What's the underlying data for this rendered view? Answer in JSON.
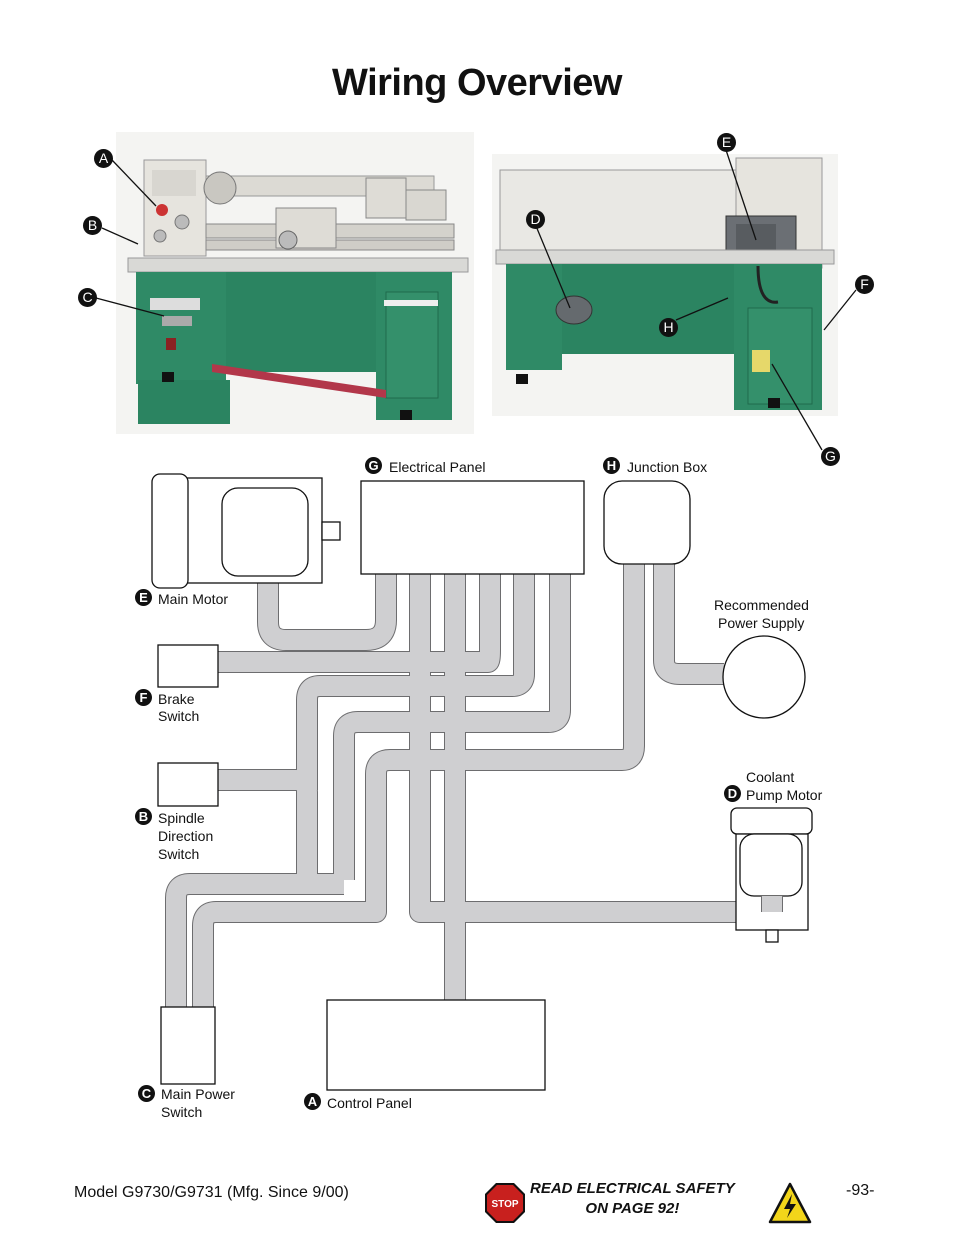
{
  "page": {
    "title": "Wiring Overview"
  },
  "photo_callouts": {
    "front": [
      "A",
      "B",
      "C"
    ],
    "rear": [
      "E",
      "D",
      "F",
      "H",
      "G"
    ]
  },
  "components": {
    "electrical_panel": {
      "letter": "G",
      "label": "Electrical Panel"
    },
    "junction_box": {
      "letter": "H",
      "label": "Junction Box"
    },
    "main_motor": {
      "letter": "E",
      "label": "Main Motor"
    },
    "power_supply": {
      "label_line1": "Recommended",
      "label_line2": "Power Supply"
    },
    "brake_switch": {
      "letter": "F",
      "label_line1": "Brake",
      "label_line2": "Switch"
    },
    "spindle_switch": {
      "letter": "B",
      "label_line1": "Spindle",
      "label_line2": "Direction",
      "label_line3": "Switch"
    },
    "coolant_motor": {
      "letter": "D",
      "label_line1": "Coolant",
      "label_line2": "Pump Motor"
    },
    "main_power_switch": {
      "letter": "C",
      "label_line1": "Main Power",
      "label_line2": "Switch"
    },
    "control_panel": {
      "letter": "A",
      "label": "Control Panel"
    }
  },
  "footer": {
    "model": "Model G9730/G9731 (Mfg. Since 9/00)",
    "warning_line1": "READ ELECTRICAL SAFETY",
    "warning_line2": "ON PAGE 92!",
    "stop_sign_text": "STOP",
    "page_number": "-93-"
  },
  "colors": {
    "cable": "#cfcfd1",
    "cable_edge": "#6d6d6f",
    "machine_green": "#2f8a66",
    "machine_white": "#e8e6e1"
  }
}
